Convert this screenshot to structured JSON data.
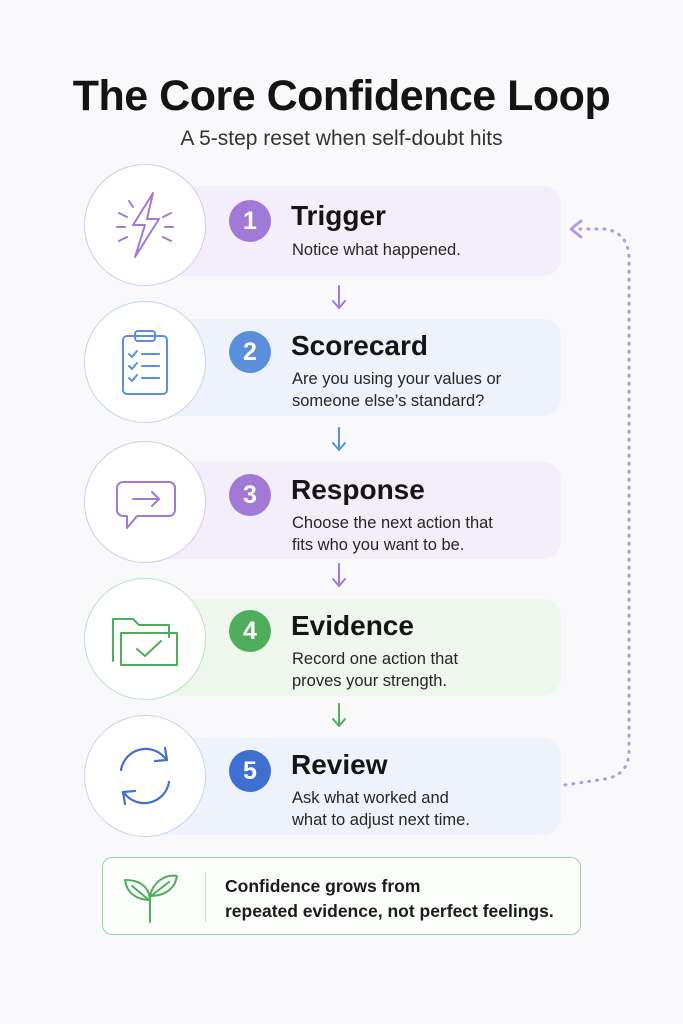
{
  "header": {
    "title": "The Core Confidence Loop",
    "subtitle": "A 5-step reset when self-doubt hits"
  },
  "steps": [
    {
      "number": "1",
      "title": "Trigger",
      "description": "Notice what happened.",
      "icon": "lightning-bolt-icon",
      "accent": "#a07ad6",
      "card_bg": "#f3eefa"
    },
    {
      "number": "2",
      "title": "Scorecard",
      "description": "Are you using your values or\nsomeone else’s standard?",
      "icon": "clipboard-checklist-icon",
      "accent": "#5b8fdc",
      "card_bg": "#eef3fb"
    },
    {
      "number": "3",
      "title": "Response",
      "description": "Choose the next action that\nfits who you want to be.",
      "icon": "speech-bubble-arrow-icon",
      "accent": "#a07ad6",
      "card_bg": "#f3eefa"
    },
    {
      "number": "4",
      "title": "Evidence",
      "description": "Record one action that\nproves your strength.",
      "icon": "folder-check-icon",
      "accent": "#4fae5c",
      "card_bg": "#eef6ee"
    },
    {
      "number": "5",
      "title": "Review",
      "description": "Ask what worked and\nwhat to adjust next time.",
      "icon": "refresh-cycle-icon",
      "accent": "#3f6fd1",
      "card_bg": "#eef3fb"
    }
  ],
  "footer": {
    "text": "Confidence grows from\nrepeated evidence, not perfect feelings.",
    "icon": "sprout-icon",
    "accent": "#4fae5c"
  }
}
